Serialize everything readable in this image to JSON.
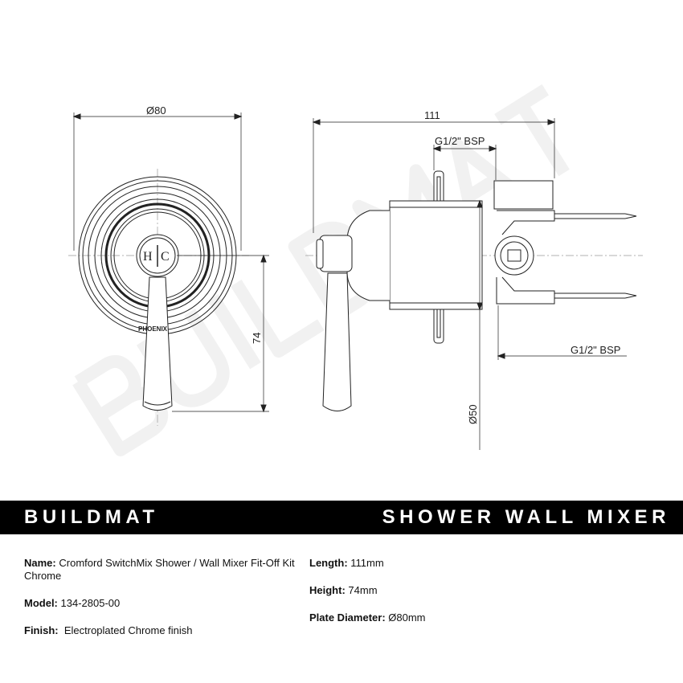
{
  "drawing": {
    "watermark": "BUILDMAT",
    "front_view": {
      "plate_diameter_label": "Ø80",
      "height_label": "74",
      "knob_label_hot": "H",
      "knob_label_cold": "C",
      "plate_brand_text": "PHOENIX"
    },
    "side_view": {
      "length_label": "111",
      "thread_top_label": "G1/2\" BSP",
      "thread_bottom_label": "G1/2\" BSP",
      "body_diameter_label": "Ø50"
    }
  },
  "banner": {
    "brand": "BUILDMAT",
    "category": "SHOWER WALL MIXER"
  },
  "specs": {
    "name_label": "Name:",
    "name_value": "Cromford SwitchMix Shower / Wall Mixer Fit-Off Kit Chrome",
    "model_label": "Model:",
    "model_value": "134-2805-00",
    "finish_label": "Finish:",
    "finish_value": "Electroplated Chrome finish",
    "length_label": "Length:",
    "length_value": "111mm",
    "height_label": "Height:",
    "height_value": "74mm",
    "plate_label": "Plate Diameter:",
    "plate_value": "Ø80mm"
  }
}
